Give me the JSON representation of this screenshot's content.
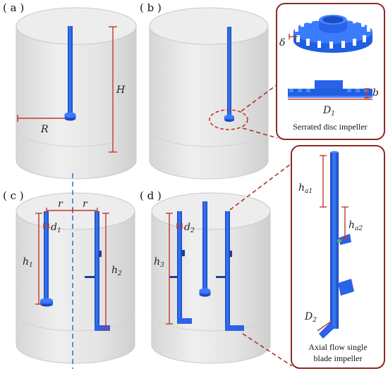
{
  "panels": {
    "a": "( a )",
    "b": "( b )",
    "c": "( c )",
    "d": "( d )"
  },
  "dimensions": {
    "H": "H",
    "R": "R",
    "delta": "δ",
    "b": "b",
    "D": "D",
    "D1_sub": "1",
    "D2_sub": "2",
    "r": "r",
    "d": "d",
    "d1_sub": "1",
    "d2_sub": "2",
    "h": "h",
    "h1_sub": "1",
    "h2_sub": "2",
    "h3_sub": "3",
    "ha1_sub": "a1",
    "ha2_sub": "a2"
  },
  "captions": {
    "serrated": "Serrated disc impeller",
    "axial_line1": "Axial flow single",
    "axial_line2": "blade impeller"
  },
  "colors": {
    "shaft": "#1f5fe0",
    "shaft_dark": "#1746b8",
    "dimension_line": "#c0392b",
    "detail_box": "#8b2b22",
    "dash_axis": "#3b6fe0",
    "cylinder_fill": "#e9e9e9",
    "cylinder_edge": "#c9c9c9"
  }
}
